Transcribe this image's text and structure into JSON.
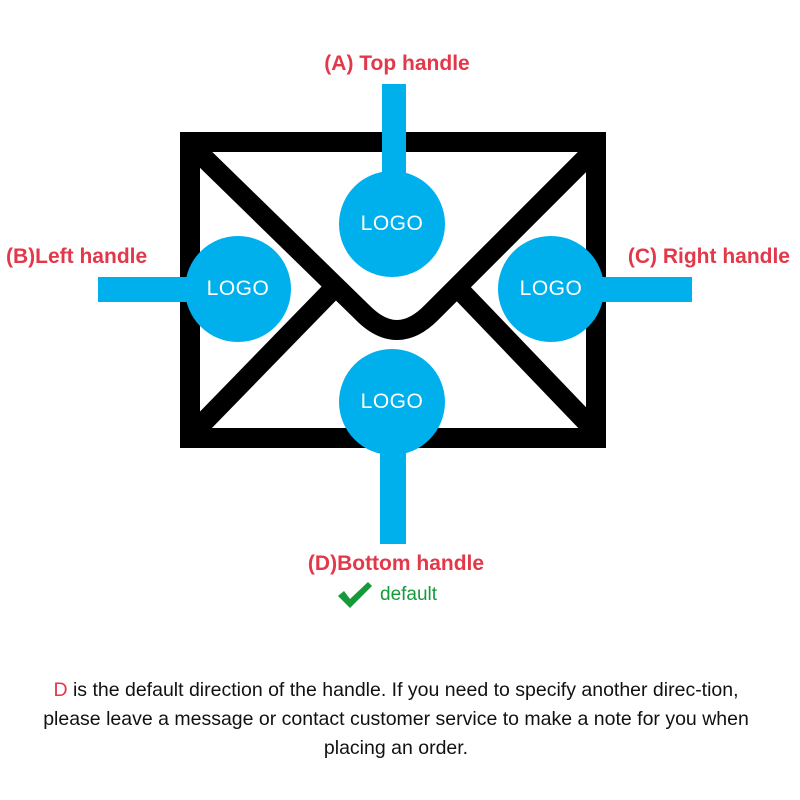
{
  "colors": {
    "accent": "#00b0ec",
    "label": "#e2384a",
    "default_green": "#159a3a",
    "envelope": "#000000"
  },
  "handles": {
    "top_label": "(A) Top handle",
    "left_label": "(B)Left handle",
    "right_label": "(C) Right handle",
    "bottom_label": "(D)Bottom handle"
  },
  "logo_text": "LOGO",
  "default_badge": {
    "icon": "check-icon",
    "text": "default"
  },
  "note": {
    "highlight": "D",
    "text": " is the default direction of the handle. If you need to specify another direc-tion, please leave a message or contact customer service to make a note for you when placing an order."
  }
}
